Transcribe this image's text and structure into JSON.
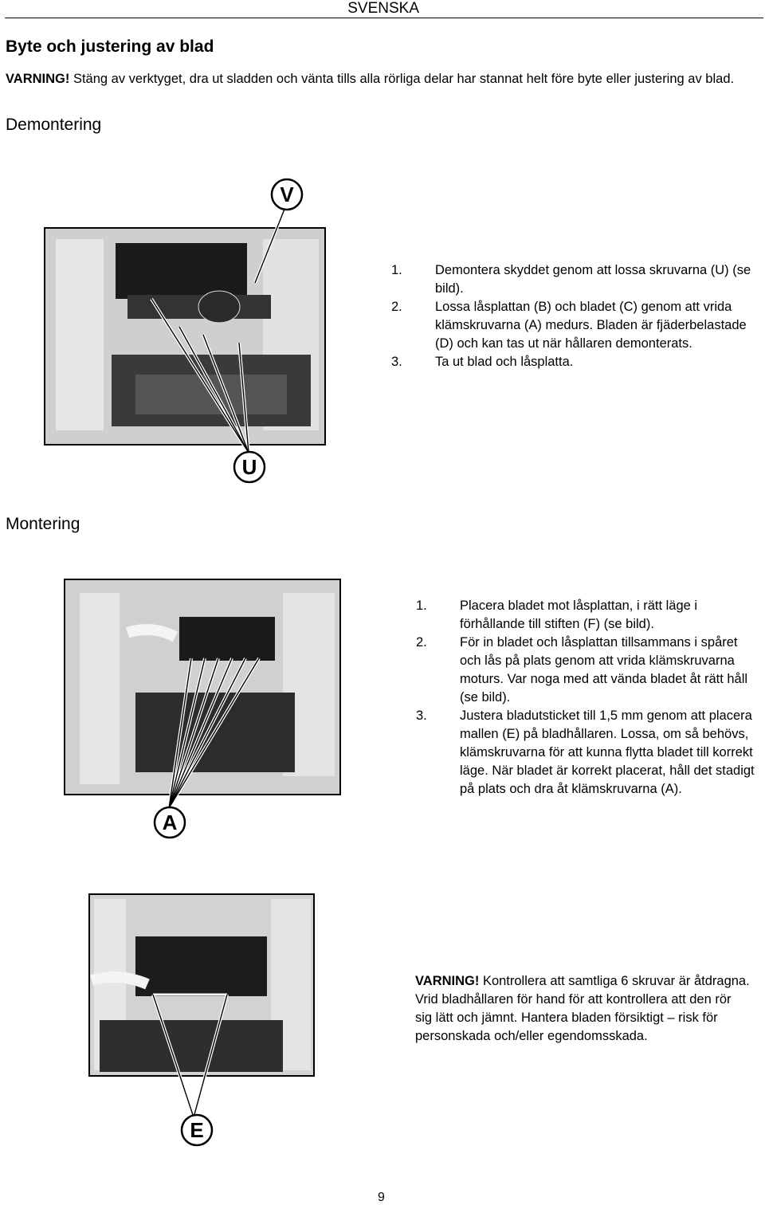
{
  "header": {
    "lang": "SVENSKA"
  },
  "section1": {
    "title": "Byte och justering av blad",
    "warning_label": "VARNING!",
    "warning_text": " Stäng av verktyget, dra ut sladden och vänta tills alla rörliga delar har stannat helt före byte eller justering av blad."
  },
  "demontering": {
    "heading": "Demontering",
    "steps": [
      {
        "num": "1.",
        "text": "Demontera skyddet genom att lossa skruvarna (U) (se bild)."
      },
      {
        "num": "2.",
        "text": "Lossa låsplattan (B) och bladet (C) genom att vrida klämskruvarna (A) medurs. Bladen är fjäderbelastade (D) och kan tas ut när hållaren demonterats."
      },
      {
        "num": "3.",
        "text": "Ta ut blad och låsplatta."
      }
    ],
    "labels": {
      "top": "V",
      "bottom": "U"
    }
  },
  "montering": {
    "heading": "Montering",
    "steps": [
      {
        "num": "1.",
        "text": "Placera bladet mot låsplattan, i rätt läge i förhållande till stiften (F) (se bild)."
      },
      {
        "num": "2.",
        "text": "För in bladet och låsplattan tillsammans i spåret och lås på plats genom att vrida klämskruvarna moturs. Var noga med att vända bladet åt rätt håll (se bild)."
      },
      {
        "num": "3.",
        "text": "Justera bladutsticket till 1,5 mm genom att placera mallen (E) på bladhållaren. Lossa, om så behövs, klämskruvarna för att kunna flytta bladet till korrekt läge. När bladet är korrekt placerat, håll det stadigt på plats och dra åt klämskruvarna (A)."
      }
    ],
    "label": "A"
  },
  "final": {
    "warning_label": "VARNING!",
    "warning_text": " Kontrollera att samtliga 6 skruvar är åtdragna. Vrid bladhållaren för hand för att kontrollera att den rör sig lätt och jämnt. Hantera bladen försiktigt – risk för personskada och/eller egendomsskada.",
    "label": "E"
  },
  "footer": {
    "page": "9"
  }
}
